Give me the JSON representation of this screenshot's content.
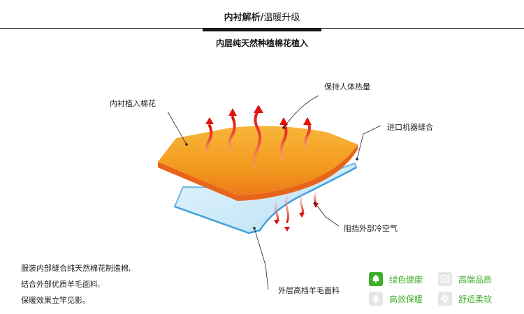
{
  "header": {
    "title_bold": "内衬解析/",
    "title_rest": "温暖升级",
    "subtitle": "内层纯天然种植棉花植入"
  },
  "labels": {
    "warmth": "保持人体热量",
    "cotton_lining": "内衬植入棉花",
    "machine_seam": "进口机器缝合",
    "block_cold": "阻挡外部冷空气",
    "outer_fabric": "外层高档羊毛面料"
  },
  "description": [
    "服装内部缝合纯天然棉花制造棉,",
    "结合外部优质羊毛面料,",
    "保暖效果立竿见影。"
  ],
  "features": [
    {
      "label": "绿色健康",
      "icon": "leaf-icon",
      "active": true
    },
    {
      "label": "高端品质",
      "icon": "certificate-icon",
      "active": false
    },
    {
      "label": "高效保暖",
      "icon": "tree-icon",
      "active": false
    },
    {
      "label": "舒适柔软",
      "icon": "flower-icon",
      "active": false
    }
  ],
  "colors": {
    "inner_layer": "#f39a1e",
    "inner_layer_edge": "#e8641a",
    "outer_layer": "#cfeaf8",
    "outer_layer_edge": "#6ab7e6",
    "heat_arrow": "#e8231a",
    "feature_active": "#3fae2a"
  }
}
